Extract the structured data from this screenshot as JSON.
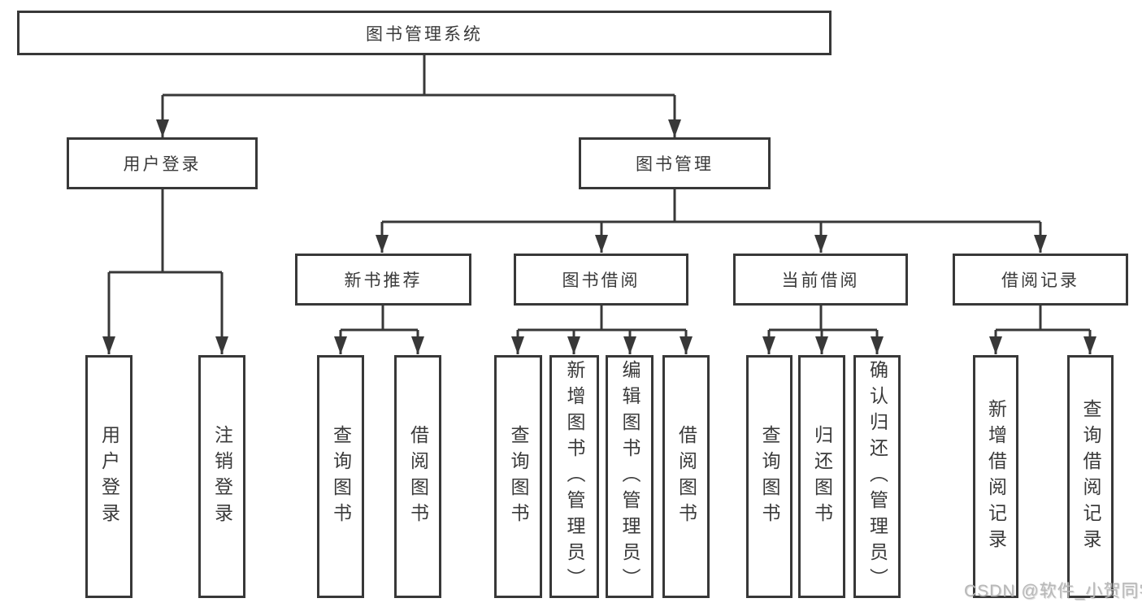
{
  "diagram": {
    "type": "tree",
    "colors": {
      "line": "#383838",
      "box_border": "#383838",
      "text": "#3a3a3a",
      "background": "#ffffff",
      "watermark": "#b8b8b8"
    },
    "tree": {
      "label": "图书管理系统",
      "children": [
        {
          "label": "用户登录",
          "children": [
            {
              "label": "用户登录"
            },
            {
              "label": "注销登录"
            }
          ]
        },
        {
          "label": "图书管理",
          "children": [
            {
              "label": "新书推荐",
              "children": [
                {
                  "label": "查询图书"
                },
                {
                  "label": "借阅图书"
                }
              ]
            },
            {
              "label": "图书借阅",
              "children": [
                {
                  "label": "查询图书"
                },
                {
                  "label": "新增图书（管理员）"
                },
                {
                  "label": "编辑图书（管理员）"
                },
                {
                  "label": "借阅图书"
                }
              ]
            },
            {
              "label": "当前借阅",
              "children": [
                {
                  "label": "查询图书"
                },
                {
                  "label": "归还图书"
                },
                {
                  "label": "确认归还（管理员）"
                }
              ]
            },
            {
              "label": "借阅记录",
              "children": [
                {
                  "label": "新增借阅记录"
                },
                {
                  "label": "查询借阅记录"
                }
              ]
            }
          ]
        }
      ]
    },
    "watermark": "CSDN @软件_小贺同学"
  }
}
